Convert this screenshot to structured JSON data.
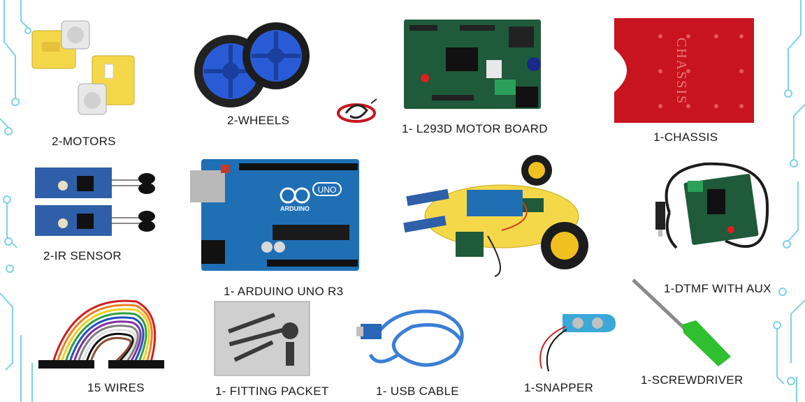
{
  "labels": {
    "motors": "2-MOTORS",
    "wheels": "2-WHEELS",
    "motor_board": "1- L293D MOTOR BOARD",
    "chassis": "1-CHASSIS",
    "ir_sensor": "2-IR SENSOR",
    "arduino": "1- ARDUINO UNO R3",
    "dtmf": "1-DTMF WITH AUX",
    "wires": "15 WIRES",
    "fitting": "1- FITTING PACKET",
    "usb": "1- USB CABLE",
    "snapper": "1-SNAPPER",
    "screwdriver": "1-SCREWDRIVER"
  },
  "chassis_text": "CHASSIS",
  "arduino_logo_text": "ARDUINO",
  "arduino_uno_text": "UNO",
  "colors": {
    "motor_yellow": "#f5d84a",
    "wheel_blue": "#2a5bd7",
    "pcb_green": "#1f5a3a",
    "chassis_red": "#c8141e",
    "arduino_blue": "#1f6fb5",
    "usb_blue": "#3a7fd6",
    "snapper_cyan": "#3aa8d8",
    "circuit_line": "#7fd0ec"
  },
  "icons": [
    "circuit-decoration",
    "logo-mark"
  ]
}
